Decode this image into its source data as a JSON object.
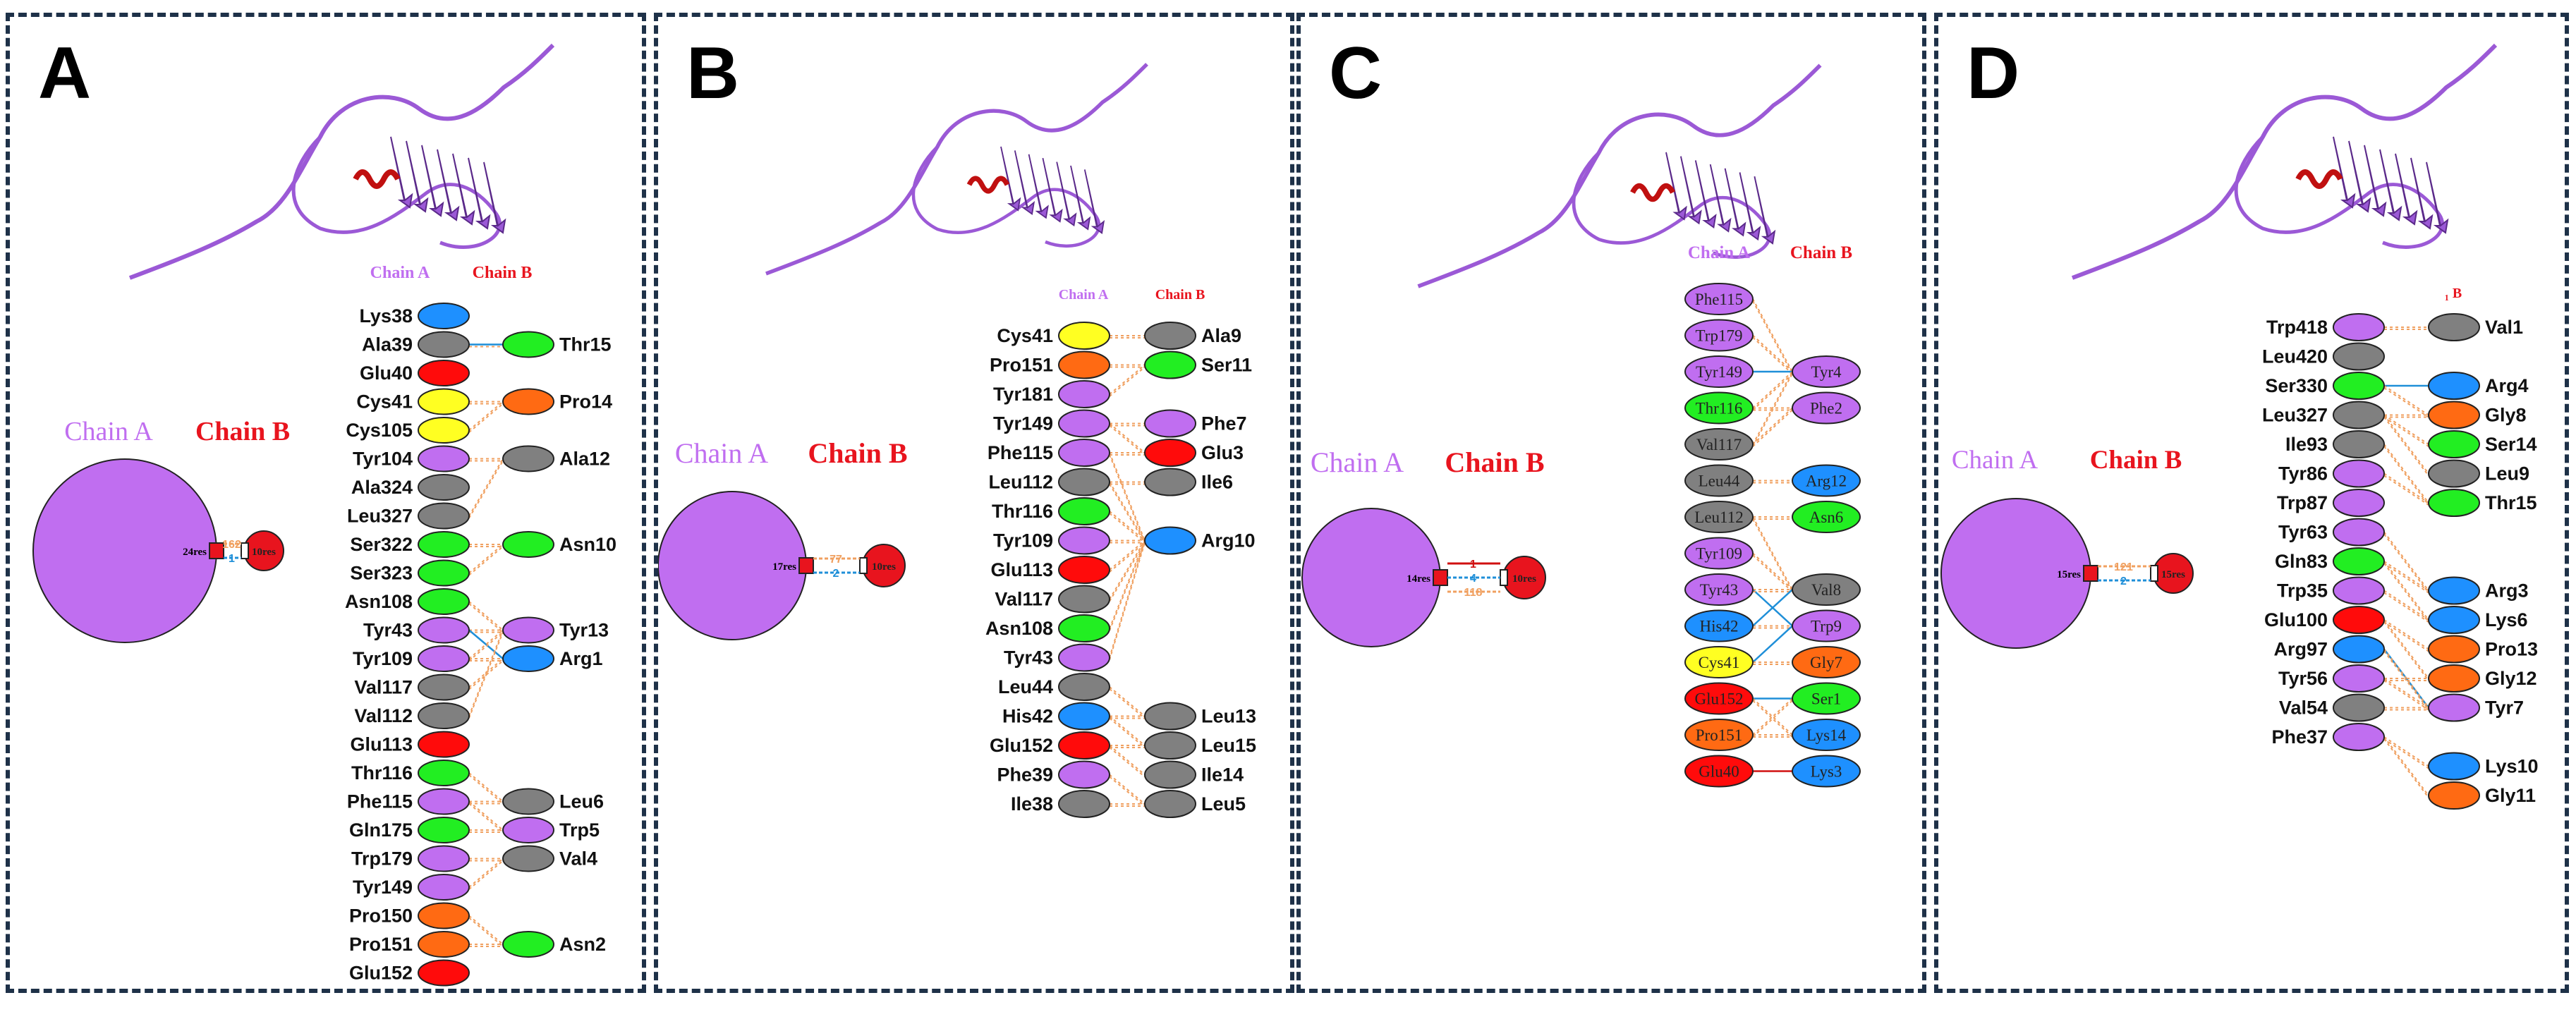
{
  "colors": {
    "purple": "#c06ef0",
    "gray": "#808080",
    "red": "#ff0b0b",
    "yellow": "#ffff22",
    "orange": "#ff6a13",
    "green": "#22ee22",
    "blue": "#1e90ff",
    "chainA": "#c06ef0",
    "chainB": "#e8141e",
    "hbond": "#1f8fd8",
    "contact": "#f0a060",
    "frame": "#1e3148",
    "protein": "#9b59d6",
    "ligand": "#c01010"
  },
  "panels": [
    {
      "label": "A",
      "chain_a_header": "Chain A",
      "chain_b_header": "Chain B",
      "big_chain_a": "Chain A",
      "big_chain_b": "Chain B",
      "res_a": "24res",
      "res_b": "10res",
      "counts": [
        "162",
        "1"
      ],
      "residues_a": [
        {
          "name": "Lys38",
          "color": "blue"
        },
        {
          "name": "Ala39",
          "color": "gray"
        },
        {
          "name": "Glu40",
          "color": "red"
        },
        {
          "name": "Cys41",
          "color": "yellow"
        },
        {
          "name": "Cys105",
          "color": "yellow"
        },
        {
          "name": "Tyr104",
          "color": "purple"
        },
        {
          "name": "Ala324",
          "color": "gray"
        },
        {
          "name": "Leu327",
          "color": "gray"
        },
        {
          "name": "Ser322",
          "color": "green"
        },
        {
          "name": "Ser323",
          "color": "green"
        },
        {
          "name": "Asn108",
          "color": "green"
        },
        {
          "name": "Tyr43",
          "color": "purple"
        },
        {
          "name": "Tyr109",
          "color": "purple"
        },
        {
          "name": "Val117",
          "color": "gray"
        },
        {
          "name": "Val112",
          "color": "gray"
        },
        {
          "name": "Glu113",
          "color": "red"
        },
        {
          "name": "Thr116",
          "color": "green"
        },
        {
          "name": "Phe115",
          "color": "purple"
        },
        {
          "name": "Gln175",
          "color": "green"
        },
        {
          "name": "Trp179",
          "color": "purple"
        },
        {
          "name": "Tyr149",
          "color": "purple"
        },
        {
          "name": "Pro150",
          "color": "orange"
        },
        {
          "name": "Pro151",
          "color": "orange"
        },
        {
          "name": "Glu152",
          "color": "red"
        }
      ],
      "residues_b": [
        {
          "name": "Thr15",
          "color": "green",
          "slot": 1
        },
        {
          "name": "Pro14",
          "color": "orange",
          "slot": 3
        },
        {
          "name": "Ala12",
          "color": "gray",
          "slot": 5
        },
        {
          "name": "Asn10",
          "color": "green",
          "slot": 8
        },
        {
          "name": "Tyr13",
          "color": "purple",
          "slot": 11
        },
        {
          "name": "Arg1",
          "color": "blue",
          "slot": 12
        },
        {
          "name": "Leu6",
          "color": "gray",
          "slot": 17
        },
        {
          "name": "Trp5",
          "color": "purple",
          "slot": 18
        },
        {
          "name": "Val4",
          "color": "gray",
          "slot": 19
        },
        {
          "name": "Asn2",
          "color": "green",
          "slot": 22
        }
      ]
    },
    {
      "label": "B",
      "chain_a_header": "Chain A",
      "chain_b_header": "Chain B",
      "big_chain_a": "Chain A",
      "big_chain_b": "Chain B",
      "res_a": "17res",
      "res_b": "10res",
      "counts": [
        "77",
        "2"
      ],
      "residues_a": [
        {
          "name": "Cys41",
          "color": "yellow"
        },
        {
          "name": "Pro151",
          "color": "orange"
        },
        {
          "name": "Tyr181",
          "color": "purple"
        },
        {
          "name": "Tyr149",
          "color": "purple"
        },
        {
          "name": "Phe115",
          "color": "purple"
        },
        {
          "name": "Leu112",
          "color": "gray"
        },
        {
          "name": "Thr116",
          "color": "green"
        },
        {
          "name": "Tyr109",
          "color": "purple"
        },
        {
          "name": "Glu113",
          "color": "red"
        },
        {
          "name": "Val117",
          "color": "gray"
        },
        {
          "name": "Asn108",
          "color": "green"
        },
        {
          "name": "Tyr43",
          "color": "purple"
        },
        {
          "name": "Leu44",
          "color": "gray"
        },
        {
          "name": "His42",
          "color": "blue"
        },
        {
          "name": "Glu152",
          "color": "red"
        },
        {
          "name": "Phe39",
          "color": "purple"
        },
        {
          "name": "Ile38",
          "color": "gray"
        }
      ],
      "residues_b": [
        {
          "name": "Ala9",
          "color": "gray",
          "slot": 0
        },
        {
          "name": "Ser11",
          "color": "green",
          "slot": 1
        },
        {
          "name": "Phe7",
          "color": "purple",
          "slot": 3
        },
        {
          "name": "Glu3",
          "color": "red",
          "slot": 4
        },
        {
          "name": "Ile6",
          "color": "gray",
          "slot": 5
        },
        {
          "name": "Arg10",
          "color": "blue",
          "slot": 7
        },
        {
          "name": "Leu13",
          "color": "gray",
          "slot": 13
        },
        {
          "name": "Leu15",
          "color": "gray",
          "slot": 14
        },
        {
          "name": "Ile14",
          "color": "gray",
          "slot": 15
        },
        {
          "name": "Leu5",
          "color": "gray",
          "slot": 16
        }
      ]
    },
    {
      "label": "C",
      "chain_a_header": "Chain A",
      "chain_b_header": "Chain B",
      "big_chain_a": "Chain A",
      "big_chain_b": "Chain B",
      "res_a": "14res",
      "res_b": "10res",
      "counts": [
        "1",
        "4",
        "118"
      ],
      "residues_a": [
        {
          "name": "Phe115",
          "color": "purple"
        },
        {
          "name": "Trp179",
          "color": "purple"
        },
        {
          "name": "Tyr149",
          "color": "purple"
        },
        {
          "name": "Thr116",
          "color": "green"
        },
        {
          "name": "Val117",
          "color": "gray"
        },
        {
          "name": "Leu44",
          "color": "gray"
        },
        {
          "name": "Leu112",
          "color": "gray"
        },
        {
          "name": "Tyr109",
          "color": "purple"
        },
        {
          "name": "Tyr43",
          "color": "purple"
        },
        {
          "name": "His42",
          "color": "blue"
        },
        {
          "name": "Cys41",
          "color": "yellow"
        },
        {
          "name": "Glu152",
          "color": "red"
        },
        {
          "name": "Pro151",
          "color": "orange"
        },
        {
          "name": "Glu40",
          "color": "red"
        }
      ],
      "residues_b": [
        {
          "name": "Tyr4",
          "color": "purple",
          "slot": 2
        },
        {
          "name": "Phe2",
          "color": "purple",
          "slot": 3
        },
        {
          "name": "Arg12",
          "color": "blue",
          "slot": 5
        },
        {
          "name": "Asn6",
          "color": "green",
          "slot": 6
        },
        {
          "name": "Val8",
          "color": "gray",
          "slot": 8
        },
        {
          "name": "Trp9",
          "color": "purple",
          "slot": 9
        },
        {
          "name": "Gly7",
          "color": "orange",
          "slot": 10
        },
        {
          "name": "Ser1",
          "color": "green",
          "slot": 11
        },
        {
          "name": "Lys14",
          "color": "blue",
          "slot": 12
        },
        {
          "name": "Lys3",
          "color": "blue",
          "slot": 13
        }
      ]
    },
    {
      "label": "D",
      "chain_a_header": "",
      "chain_b_header": "₁ B",
      "big_chain_a": "Chain A",
      "big_chain_b": "Chain B",
      "res_a": "15res",
      "res_b": "15res",
      "counts": [
        "121",
        "2"
      ],
      "residues_a": [
        {
          "name": "Trp418",
          "color": "purple"
        },
        {
          "name": "Leu420",
          "color": "gray"
        },
        {
          "name": "Ser330",
          "color": "green"
        },
        {
          "name": "Leu327",
          "color": "gray"
        },
        {
          "name": "Ile93",
          "color": "gray"
        },
        {
          "name": "Tyr86",
          "color": "purple"
        },
        {
          "name": "Trp87",
          "color": "purple"
        },
        {
          "name": "Tyr63",
          "color": "purple"
        },
        {
          "name": "Gln83",
          "color": "green"
        },
        {
          "name": "Trp35",
          "color": "purple"
        },
        {
          "name": "Glu100",
          "color": "red"
        },
        {
          "name": "Arg97",
          "color": "blue"
        },
        {
          "name": "Tyr56",
          "color": "purple"
        },
        {
          "name": "Val54",
          "color": "gray"
        },
        {
          "name": "Phe37",
          "color": "purple"
        }
      ],
      "residues_b": [
        {
          "name": "Val1",
          "color": "gray",
          "slot": 0
        },
        {
          "name": "Arg4",
          "color": "blue",
          "slot": 2
        },
        {
          "name": "Gly8",
          "color": "orange",
          "slot": 3
        },
        {
          "name": "Ser14",
          "color": "green",
          "slot": 4
        },
        {
          "name": "Leu9",
          "color": "gray",
          "slot": 5
        },
        {
          "name": "Thr15",
          "color": "green",
          "slot": 6
        },
        {
          "name": "Arg3",
          "color": "blue",
          "slot": 9
        },
        {
          "name": "Lys6",
          "color": "blue",
          "slot": 10
        },
        {
          "name": "Pro13",
          "color": "orange",
          "slot": 11
        },
        {
          "name": "Gly12",
          "color": "orange",
          "slot": 12
        },
        {
          "name": "Tyr7",
          "color": "purple",
          "slot": 13
        },
        {
          "name": "Lys10",
          "color": "blue",
          "slot": 15
        },
        {
          "name": "Gly11",
          "color": "orange",
          "slot": 16
        }
      ]
    }
  ]
}
